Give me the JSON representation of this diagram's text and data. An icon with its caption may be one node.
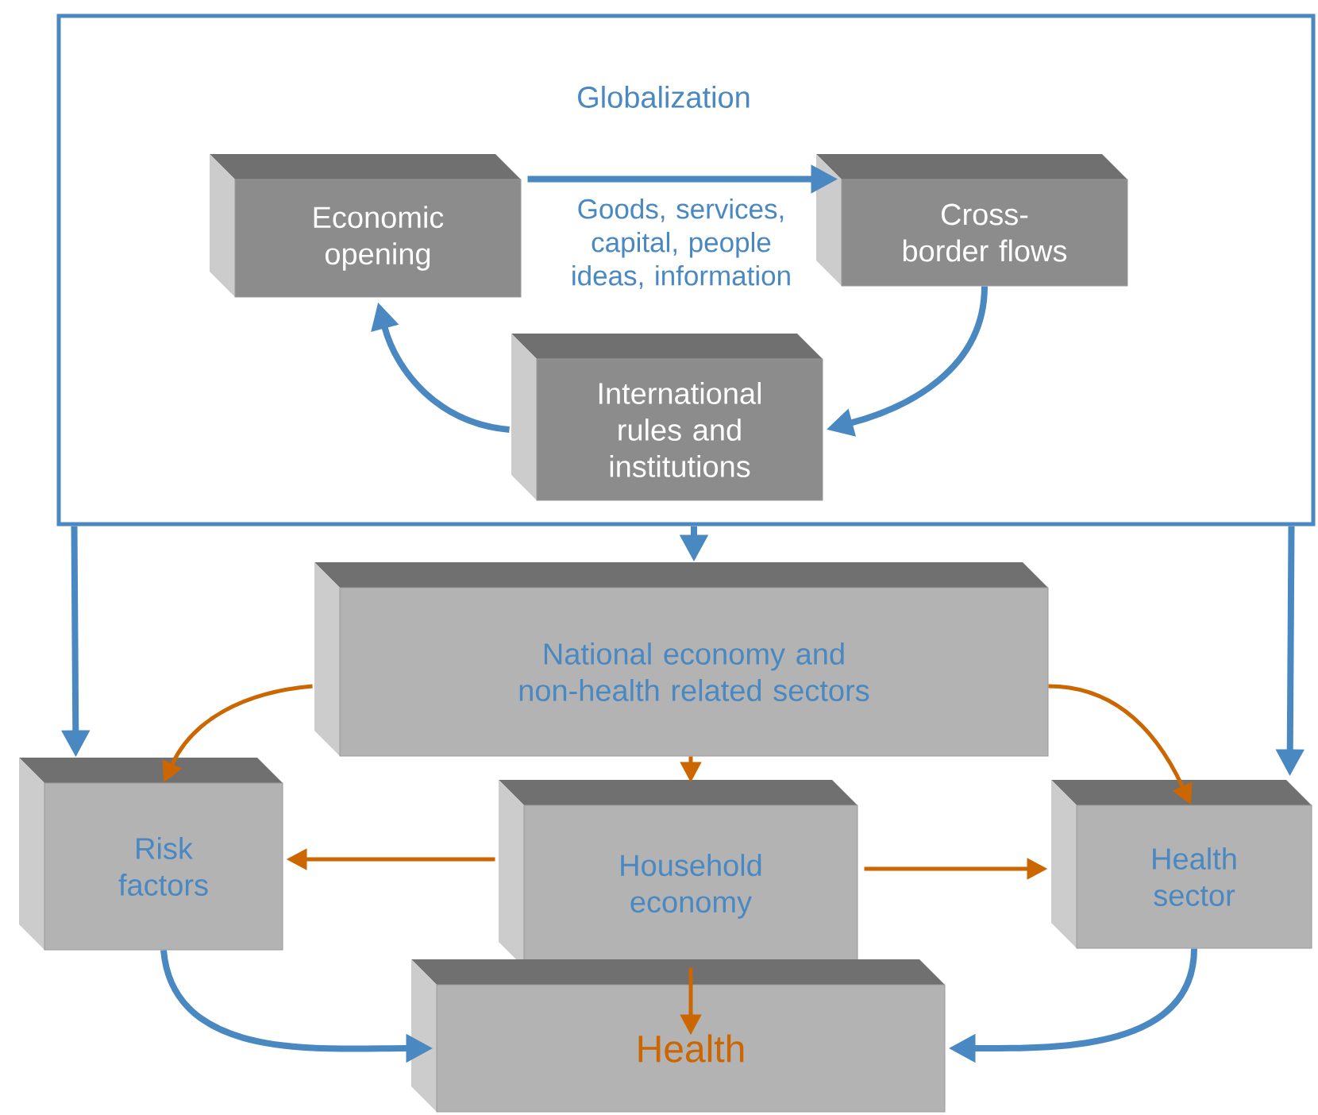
{
  "diagram": {
    "nodes": [
      {
        "text": [
          "Globalization"
        ]
      },
      {
        "text": [
          "Economic opening"
        ],
        "in": 0
      },
      {
        "text": [
          "Cross-border flows"
        ],
        "in": 0
      },
      {
        "text": [
          "International rules and institutions"
        ],
        "in": 0
      },
      {
        "text": [
          "National economy and non-health related sectors"
        ]
      },
      {
        "text": [
          "Risk factors"
        ]
      },
      {
        "text": [
          "Household economy"
        ]
      },
      {
        "text": [
          "Health sector"
        ]
      },
      {
        "text": [
          "Health"
        ]
      }
    ],
    "edges": [
      {
        "from": 1,
        "to": 2,
        "arrow": "to",
        "label": "Goods, services, capital, people ideas, information"
      },
      {
        "from": 2,
        "to": 3,
        "arrow": "to"
      },
      {
        "from": 3,
        "to": 1,
        "arrow": "to"
      },
      {
        "from": 0,
        "to": 4,
        "arrow": "to"
      },
      {
        "from": 0,
        "to": 5,
        "arrow": "to"
      },
      {
        "from": 0,
        "to": 7,
        "arrow": "to"
      },
      {
        "from": 4,
        "to": 5,
        "arrow": "to",
        "color": "#cc6600"
      },
      {
        "from": 4,
        "to": 7,
        "arrow": "to",
        "color": "#cc6600"
      },
      {
        "from": 4,
        "to": 6,
        "arrow": "to",
        "color": "#cc6600"
      },
      {
        "from": 6,
        "to": 5,
        "arrow": "to",
        "color": "#cc6600"
      },
      {
        "from": 6,
        "to": 7,
        "arrow": "to",
        "color": "#cc6600"
      },
      {
        "from": 6,
        "to": 8,
        "arrow": "to",
        "color": "#cc6600"
      },
      {
        "from": 5,
        "to": 8,
        "arrow": "to"
      },
      {
        "from": 7,
        "to": 8,
        "arrow": "to"
      }
    ]
  }
}
